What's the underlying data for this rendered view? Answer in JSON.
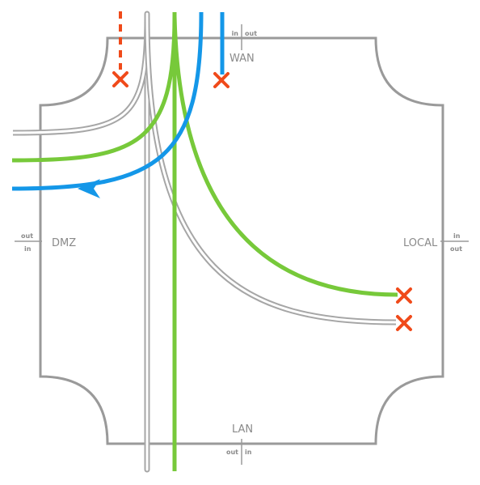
{
  "colors": {
    "border": "#9a9a9a",
    "tube": "#a6a6a6",
    "green": "#77c93a",
    "blue": "#1497e8",
    "cross": "#f04a1a",
    "dotted": "#f04a1a",
    "label": "#8a8a8a"
  },
  "zones": {
    "wan": {
      "label": "WAN",
      "in": "in",
      "out": "out"
    },
    "dmz": {
      "label": "DMZ",
      "in": "in",
      "out": "out"
    },
    "local": {
      "label": "LOCAL",
      "in": "in",
      "out": "out"
    },
    "lan": {
      "label": "LAN",
      "in": "in",
      "out": "out"
    }
  },
  "markers": [
    "blocked-cross-icon",
    "blocked-cross-icon",
    "blocked-cross-icon",
    "blocked-cross-icon"
  ],
  "arrow_icon": "arrow-left-icon"
}
